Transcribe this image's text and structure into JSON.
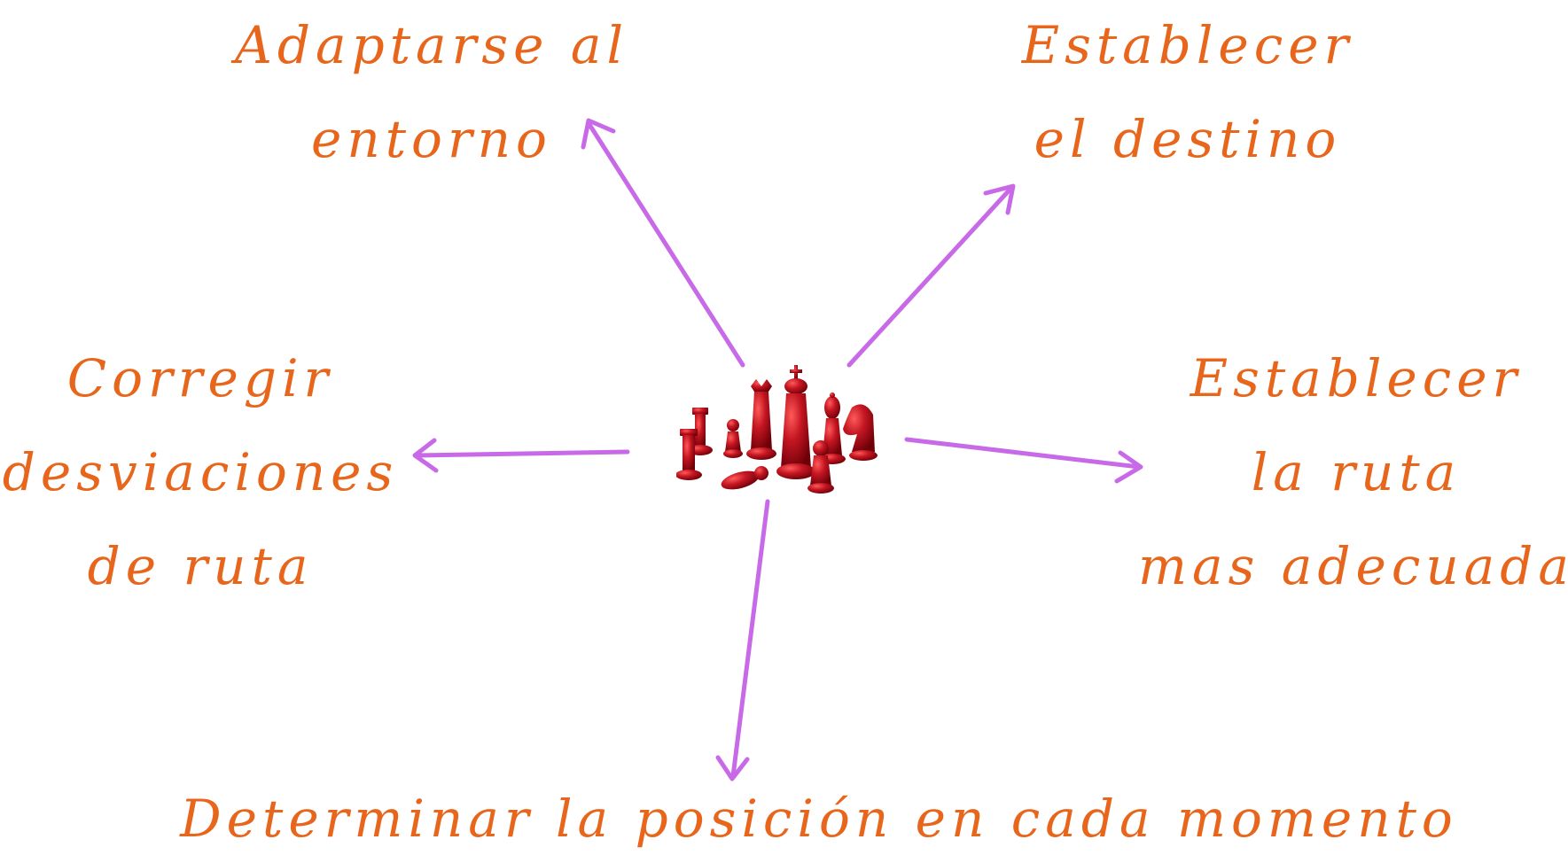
{
  "colors": {
    "text": "#e8661c",
    "arrow": "#c86ae8",
    "pieces": "#b3151f",
    "background": "#ffffff"
  },
  "center": {
    "icon": "chess-pieces-icon"
  },
  "nodes": {
    "top_left": {
      "line1": "Adaptarse al",
      "line2": "entorno"
    },
    "top_right": {
      "line1": "Establecer",
      "line2": "el destino"
    },
    "left": {
      "line1": "Corregir",
      "line2": "desviaciones",
      "line3": "de ruta"
    },
    "right": {
      "line1": "Establecer",
      "line2": "la ruta",
      "line3": "mas adecuada"
    },
    "bottom": {
      "line1": "Determinar la posición en cada momento"
    }
  }
}
